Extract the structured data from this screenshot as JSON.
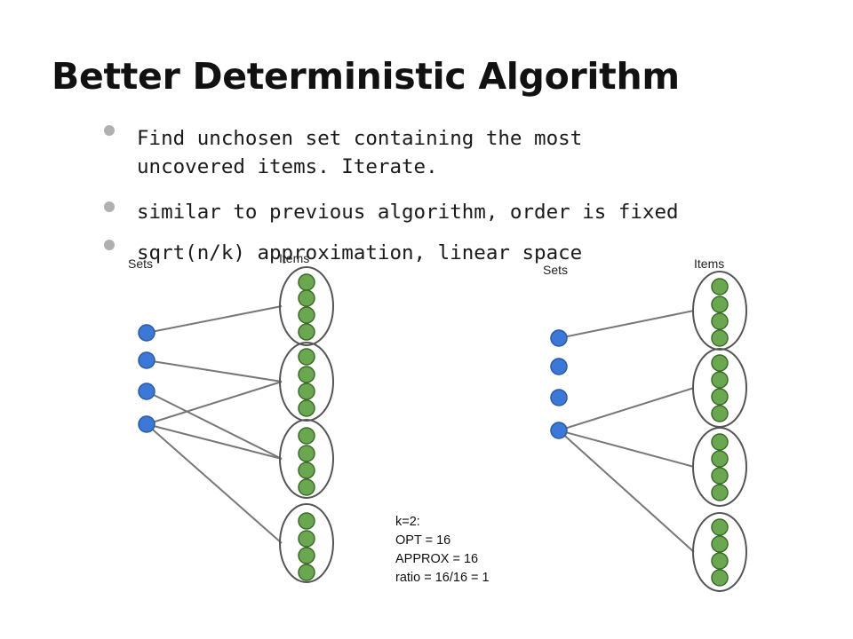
{
  "slide": {
    "title": "Better Deterministic Algorithm",
    "bullets": [
      {
        "line1": "Find unchosen set containing the most",
        "line2": "uncovered items. Iterate."
      },
      {
        "line1": "similar to previous algorithm, order is fixed"
      },
      {
        "line1": "sqrt(n/k) approximation, linear space"
      }
    ]
  },
  "diagram_left": {
    "sets_label": "Sets",
    "items_label": "Items"
  },
  "diagram_right": {
    "sets_label": "Sets",
    "items_label": "Items"
  },
  "note": {
    "lines": [
      "k=2:",
      "OPT = 16",
      "APPROX = 16",
      "ratio = 16/16 = 1"
    ]
  },
  "colors": {
    "set_node": "#3c78d8",
    "item_node": "#6aa84f",
    "edge": "#777777",
    "bullet": "#b0b0b0"
  }
}
